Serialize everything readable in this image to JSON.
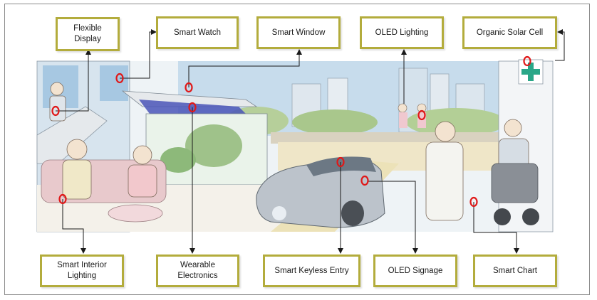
{
  "labels": {
    "flexible_display": "Flexible\nDisplay",
    "smart_watch": "Smart Watch",
    "smart_window": "Smart Window",
    "oled_lighting": "OLED Lighting",
    "organic_solar_cell": "Organic Solar Cell",
    "smart_interior_lighting": "Smart Interior\nLighting",
    "wearable_electronics": "Wearable\nElectronics",
    "smart_keyless_entry": "Smart Keyless Entry",
    "oled_signage": "OLED Signage",
    "smart_chart": "Smart Chart"
  },
  "colors": {
    "box_border": "#b3ac3c",
    "marker": "#e01818",
    "connector": "#1a1a1a",
    "sky": "#c7dcec",
    "solar_panel": "#4a55b8",
    "car": "#bcc3cb",
    "cross": "#2aa788"
  }
}
